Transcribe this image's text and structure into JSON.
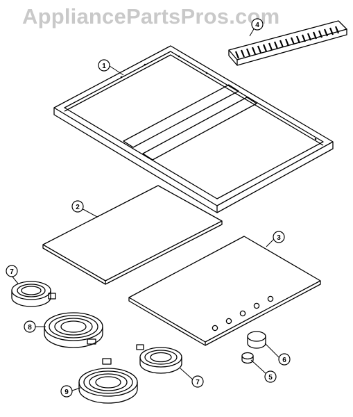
{
  "watermark": "AppliancePartsPros.com",
  "callouts": [
    "1",
    "2",
    "3",
    "4",
    "5",
    "6",
    "7",
    "8",
    "9",
    "7"
  ],
  "colors": {
    "line": "#000000",
    "watermark": "#c9c9c9",
    "background": "#ffffff"
  },
  "parts": [
    "frame",
    "glass-panel-left",
    "glass-panel-right",
    "grate",
    "knob-small",
    "knob-large",
    "burner-small-left",
    "burner-large-top",
    "burner-large-bottom",
    "burner-small-right"
  ]
}
